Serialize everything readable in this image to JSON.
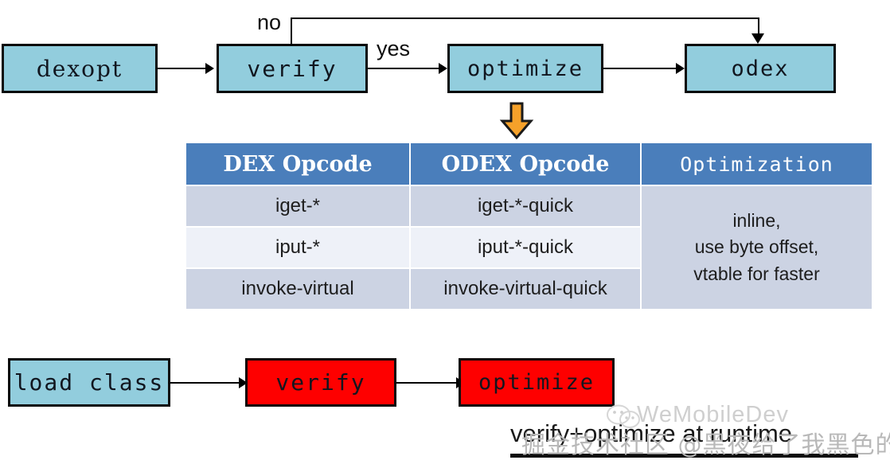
{
  "theme": {
    "box_blue": "#92cddd",
    "box_red": "#fe0000",
    "table_header_blue": "#4a7ebb",
    "row_shade_dark": "#ccd3e3",
    "row_shade_light": "#eef1f8",
    "orange_arrow": "#f5a12a",
    "stroke": "#0a0a0a",
    "background": "#ffffff"
  },
  "top_flow": {
    "nodes": [
      {
        "id": "dexopt",
        "label": "dexopt"
      },
      {
        "id": "verify",
        "label": "verify"
      },
      {
        "id": "optimize",
        "label": "optimize"
      },
      {
        "id": "odex",
        "label": "odex"
      }
    ],
    "edge_labels": {
      "no": "no",
      "yes": "yes"
    }
  },
  "transition_arrow": {
    "icon": "orange-down-arrow",
    "direction": "down"
  },
  "table": {
    "columns": [
      "DEX Opcode",
      "ODEX Opcode",
      "Optimization"
    ],
    "rows": [
      {
        "dex": "iget-*",
        "odex": "iget-*-quick"
      },
      {
        "dex": "iput-*",
        "odex": "iput-*-quick"
      },
      {
        "dex": "invoke-virtual",
        "odex": "invoke-virtual-quick"
      }
    ],
    "optimization_lines": [
      "inline,",
      "use byte offset,",
      "vtable for faster"
    ]
  },
  "bottom_flow": {
    "nodes": [
      {
        "id": "load-class",
        "label": "load class",
        "color": "blue"
      },
      {
        "id": "verify",
        "label": "verify",
        "color": "red"
      },
      {
        "id": "optimize",
        "label": "optimize",
        "color": "red"
      }
    ],
    "caption": "verify+optimize at runtime"
  },
  "watermarks": {
    "brand": "WeMobileDev",
    "brand_icon": "wechat-logo-icon",
    "chinese": "掘金技术社区 @黑夜给了我黑色的眼睛"
  }
}
